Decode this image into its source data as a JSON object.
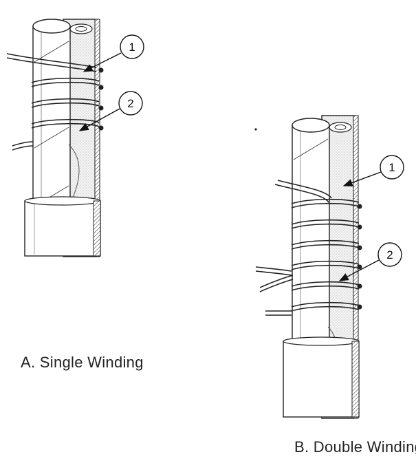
{
  "diagram": {
    "captions": {
      "a": "A. Single Winding",
      "b": "B. Double Winding"
    },
    "callouts": {
      "a": [
        "1",
        "2"
      ],
      "b": [
        "1",
        "2"
      ]
    }
  }
}
